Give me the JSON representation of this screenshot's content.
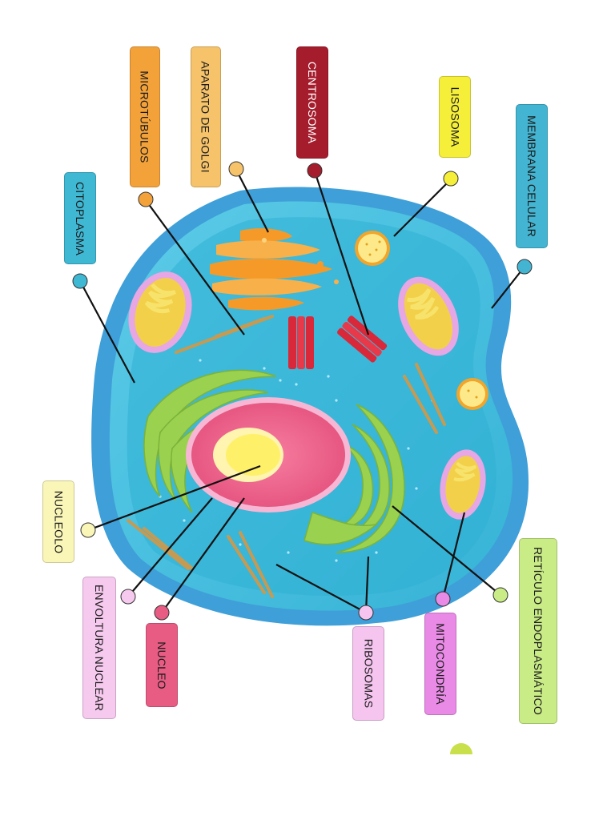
{
  "labels": {
    "microtubulos": "MICROTÚBULOS",
    "golgi": "APARATO DE GOLGI",
    "centrosoma": "CENTROSOMA",
    "lisosoma": "LISOSOMA",
    "membrana": "MEMBRANA CELULAR",
    "citoplasma": "CITOPLASMA",
    "nucleolo": "NUCLEOLO",
    "envoltura": "ENVOLTURA NUCLEAR",
    "nucleo": "NUCLEO",
    "ribosomas": "RIBOSOMAS",
    "mitocondria": "MITOCONDRÍA",
    "reticulo": "RETÍCULO ENDOPLASMÁTICO"
  },
  "colors": {
    "microtubulos": "#f3a23a",
    "golgi": "#f6c36a",
    "centrosoma": "#a51c2c",
    "lisosoma": "#f6ef3a",
    "membrana": "#43b5d2",
    "citoplasma": "#3fb8d4",
    "nucleolo": "#faf6b8",
    "envoltura": "#f6c9ee",
    "nucleo": "#e85c84",
    "ribosomas": "#f5c4ef",
    "mitocondria": "#e98ae6",
    "reticulo": "#c9ec86",
    "cell_membrane": "#3a9fd6",
    "cytoplasm": "#49bfe0",
    "nucleus": "#ea5d86",
    "nucleolus_core": "#fff27a",
    "er": "#9ad14e",
    "golgi_body": "#f39a2e",
    "mitochondria_membrane": "#e2a3e0",
    "centrosome": "#d9283a"
  }
}
